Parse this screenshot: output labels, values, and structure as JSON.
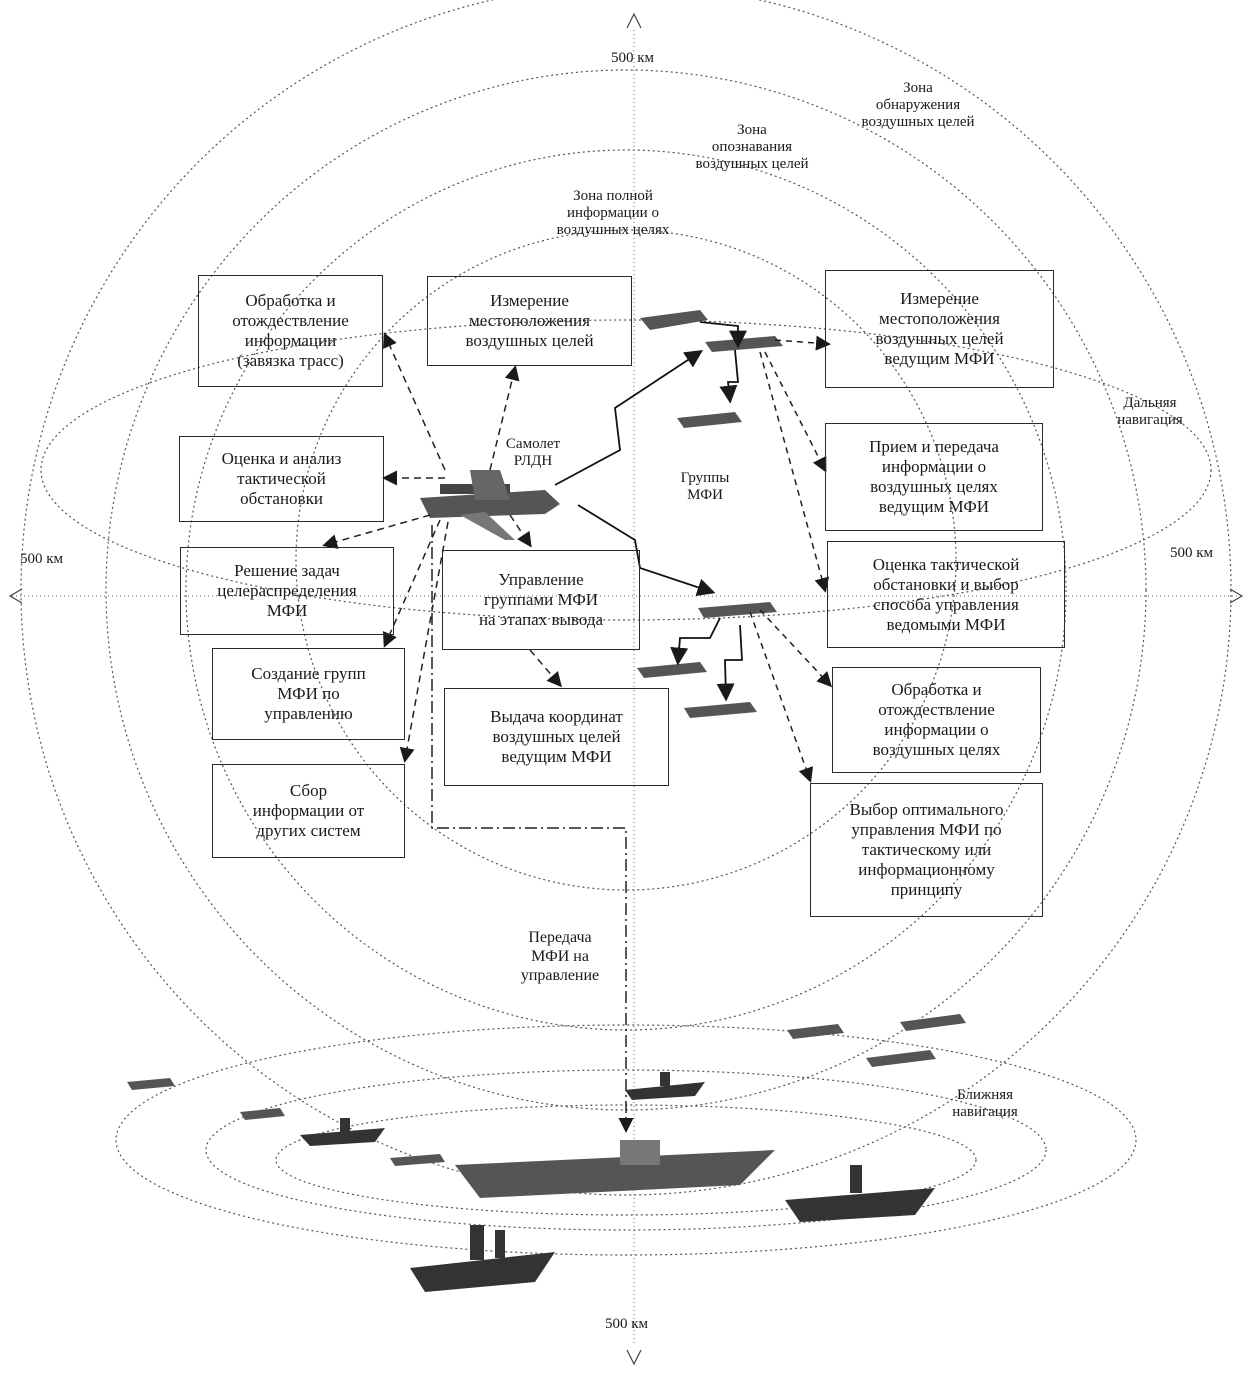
{
  "axes": {
    "top": "500 км",
    "bottom": "500 км",
    "left": "500 км",
    "right": "500 км"
  },
  "zones": {
    "detection": "Зона\nобнаружения\nвоздушных целей",
    "identification": "Зона\nопознавания\nвоздушных целей",
    "full_info": "Зона полной\nинформации о\nвоздушных целях"
  },
  "navigation": {
    "far": "Дальняя\nнавигация",
    "near": "Ближняя\nнавигация"
  },
  "labels": {
    "awacs": "Самолет\nРЛДН",
    "groups": "Группы\nМФИ",
    "handover": "Передача\nМФИ на\nуправление"
  },
  "left_boxes": [
    "Обработка и\nотождествление\nинформации\n(завязка трасс)",
    "Оценка и анализ\nтактической\nобстановки",
    "Решение задач\nцелераспределения\nМФИ",
    "Создание групп\nМФИ по\nуправлению",
    "Сбор\nинформации от\nдругих систем"
  ],
  "center_boxes": [
    "Измерение\nместоположения\nвоздушных целей",
    "Управление\nгруппами МФИ\nна этапах вывода",
    "Выдача координат\nвоздушных целей\nведущим МФИ"
  ],
  "right_boxes": [
    "Измерение\nместоположения\nвоздушных целей\nведущим МФИ",
    "Прием и передача\nинформации о\nвоздушных целях\nведущим МФИ",
    "Оценка тактической\nобстановки и выбор\nспособа управления\nведомыми МФИ",
    "Обработка и\nотождествление\nинформации о\nвоздушных целях",
    "Выбор оптимального\nуправления МФИ по\nтактическому или\nинформационному\nпринципу"
  ]
}
